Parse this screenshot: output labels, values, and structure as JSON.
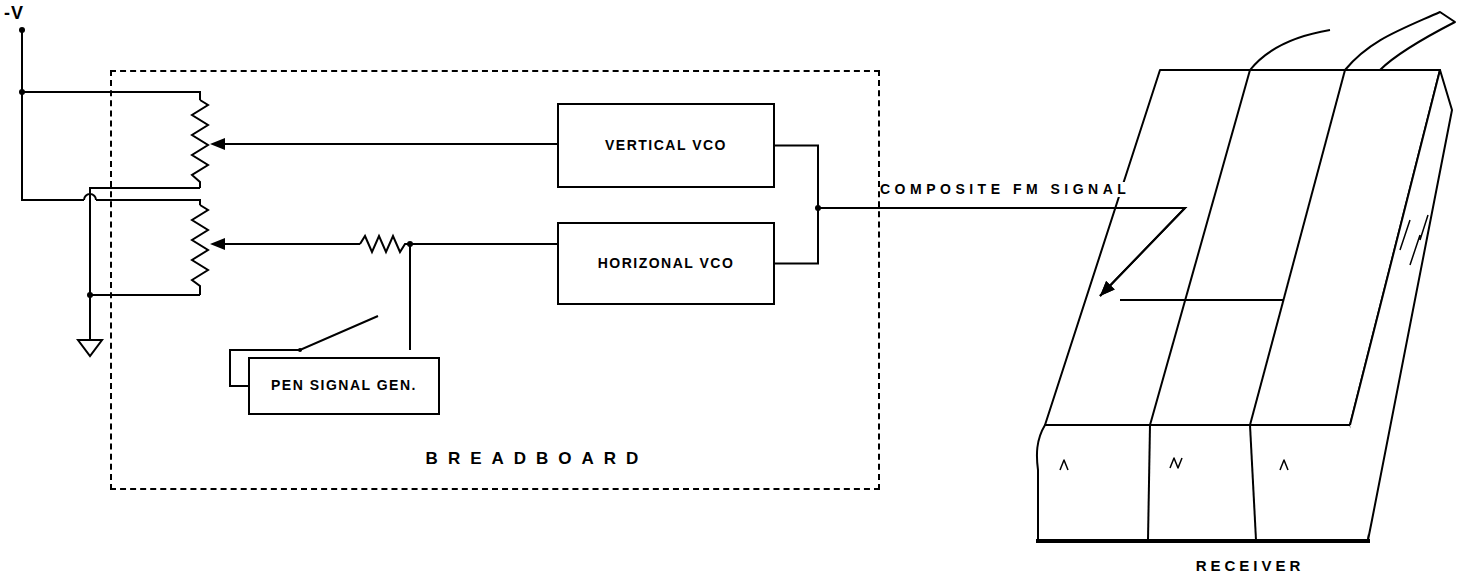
{
  "diagram": {
    "nodes": [
      {
        "text": [
          "BREADBOARD"
        ]
      },
      {
        "text": [
          "VERTICAL VCO"
        ],
        "in": 0
      },
      {
        "text": [
          "HORIZONAL VCO"
        ],
        "in": 0
      },
      {
        "text": [
          "PEN SIGNAL GEN."
        ],
        "in": 0
      },
      {
        "text": [
          "RECEIVER"
        ]
      }
    ],
    "edges": [
      {
        "from": 1,
        "to": 4,
        "arrow": "to",
        "label": "COMPOSITE FM SIGNAL"
      },
      {
        "from": 2,
        "to": 4,
        "arrow": "to"
      },
      {
        "from": 3,
        "to": 2,
        "arrow": "none"
      }
    ],
    "labels": [
      "-V"
    ]
  }
}
